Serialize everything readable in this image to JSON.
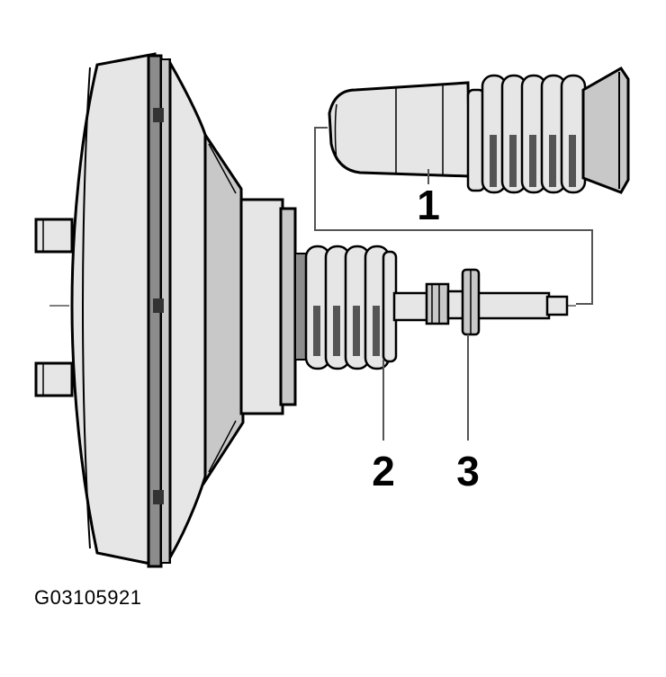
{
  "diagram": {
    "callouts": [
      {
        "id": "1",
        "label": "1"
      },
      {
        "id": "2",
        "label": "2"
      },
      {
        "id": "3",
        "label": "3"
      }
    ],
    "figure_id": "G03105921"
  },
  "colors": {
    "line": "#000000",
    "fill_light": "#e6e6e6",
    "fill_mid": "#c8c8c8",
    "fill_dark": "#8c8c8c",
    "background": "#ffffff"
  }
}
